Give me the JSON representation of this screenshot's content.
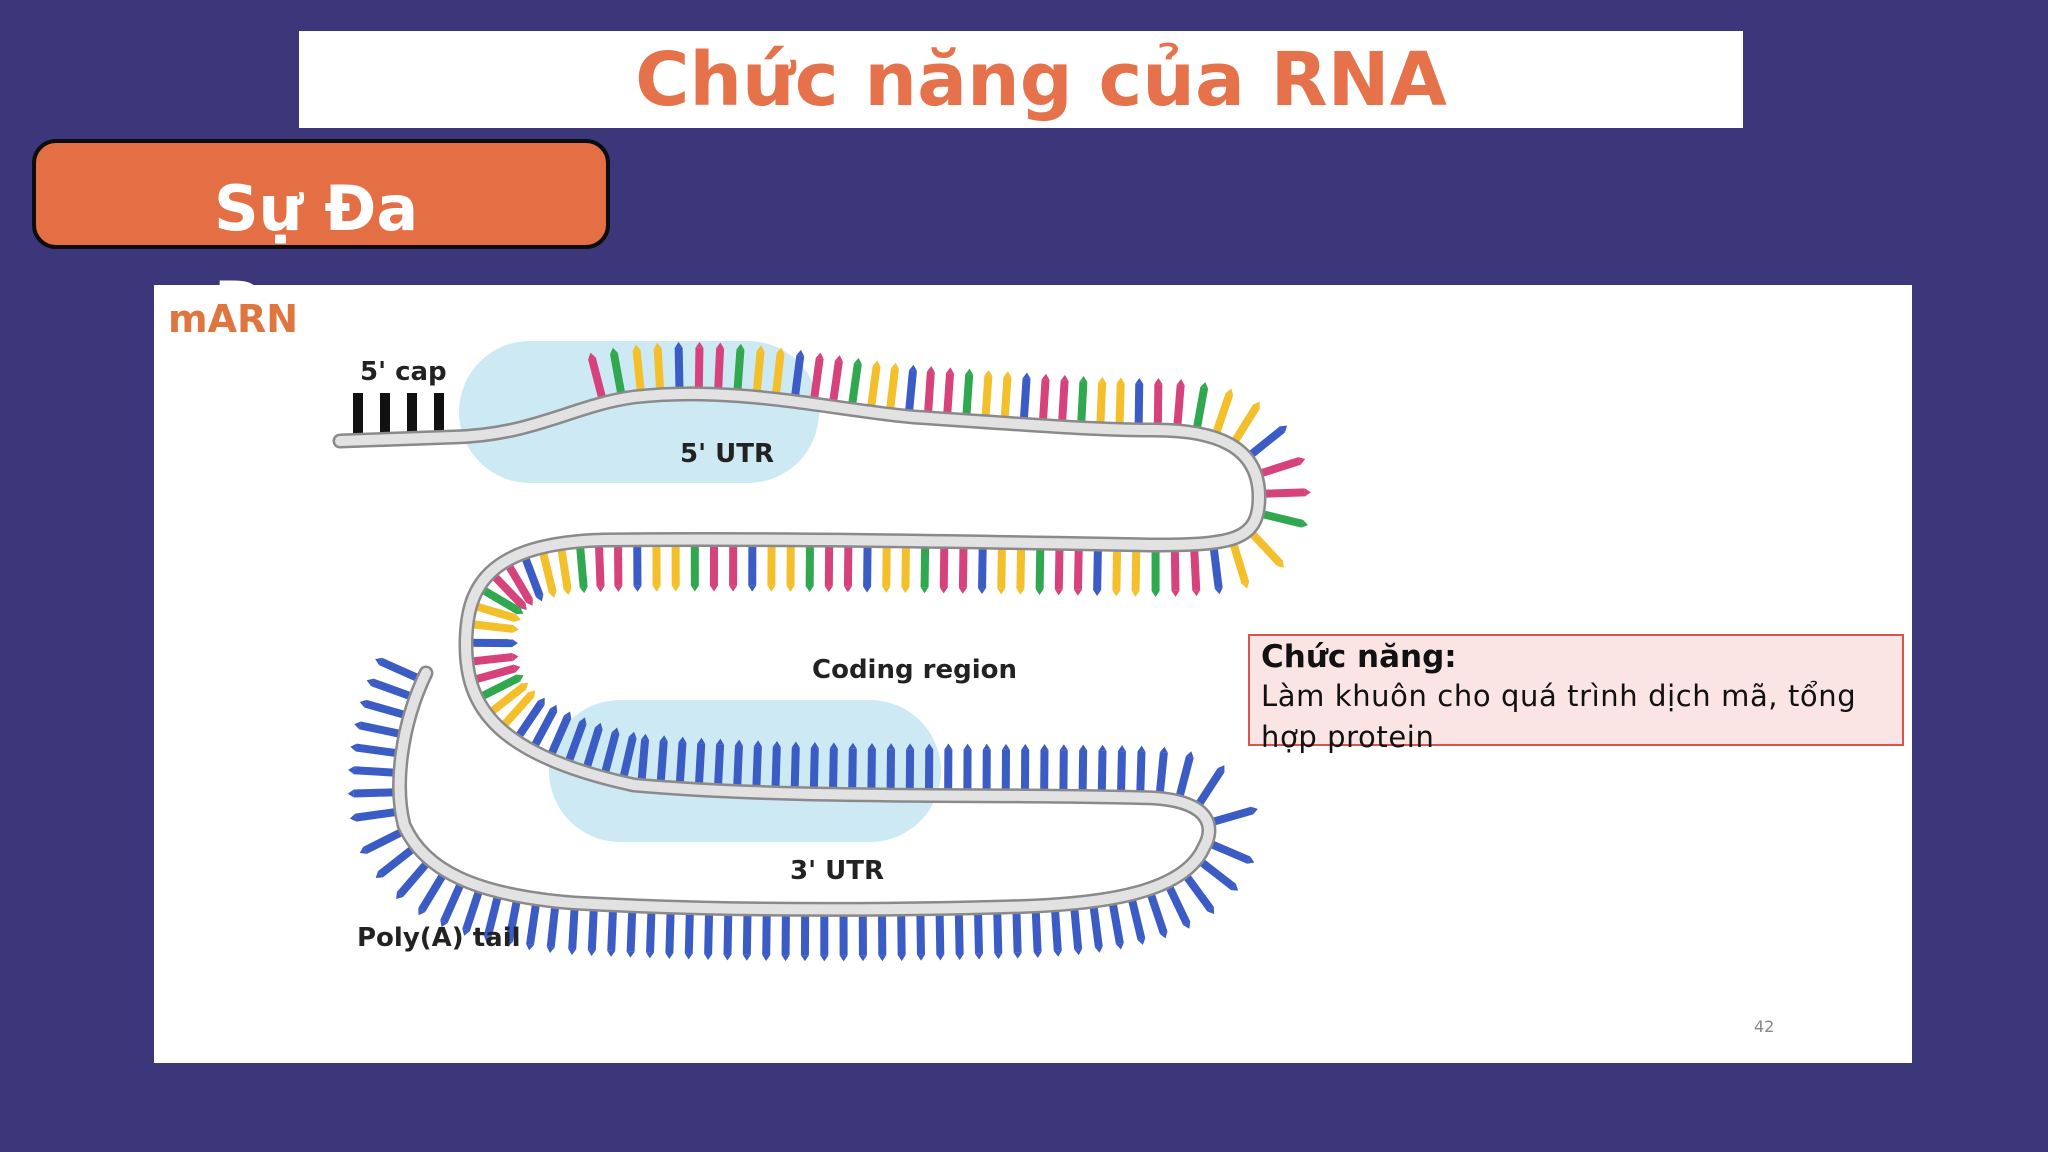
{
  "title": "Chức năng của RNA",
  "section_badge": "Sự Đa Dạng",
  "slide": {
    "header": "mARN",
    "labels": {
      "cap": "5' cap",
      "utr5": "5' UTR",
      "coding": "Coding region",
      "utr3": "3' UTR",
      "polya": "Poly(A) tail"
    },
    "function_box": {
      "title": "Chức năng:",
      "text": "Làm khuôn cho quá trình dịch mã, tổng hợp protein"
    },
    "page_number": "42"
  },
  "colors": {
    "background": "#3c377a",
    "accent": "#e5724a",
    "utr_fill": "#cde9f3",
    "base_colors": [
      "#d6427c",
      "#3b5cc4",
      "#f3c02b",
      "#2fa84f"
    ]
  }
}
